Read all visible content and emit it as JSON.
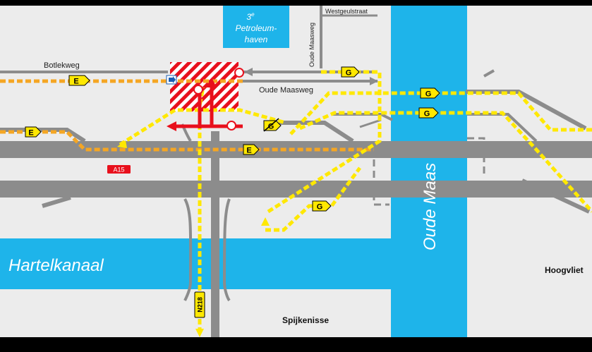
{
  "colors": {
    "background": "#ececec",
    "road": "#8c8c8c",
    "water": "#1eb4ea",
    "detour_yellow": "#ffe800",
    "detour_orange": "#f5a623",
    "closure_red": "#e8101c",
    "frame": "#000000"
  },
  "labels": {
    "basin": "3e Petroleum-haven",
    "basin_line1_main": "3",
    "basin_line1_sup": "e",
    "basin_line2": "Petroleum-",
    "basin_line3": "haven",
    "westgeulstraat": "Westgeulstraat",
    "oude_maasweg_vertical": "Oude Maasweg",
    "botlekweg": "Botlekweg",
    "oude_maasweg": "Oude Maasweg",
    "a15": "A15",
    "hartelkanaal": "Hartelkanaal",
    "oude_maas": "Oude Maas",
    "hoogvliet": "Hoogvliet",
    "spijkenisse": "Spijkenisse",
    "n218": "N218"
  },
  "detour_markers": {
    "e1": "E",
    "e2": "E",
    "e3": "E",
    "g1": "G",
    "g2": "G",
    "g3": "G",
    "g4": "G",
    "g5_crossed": "G"
  },
  "icons": {
    "closure_area": "hatched-closure-area-icon",
    "direction_arrow": "blue-direction-arrow-icon",
    "closed_circle": "road-closed-circle-icon"
  }
}
